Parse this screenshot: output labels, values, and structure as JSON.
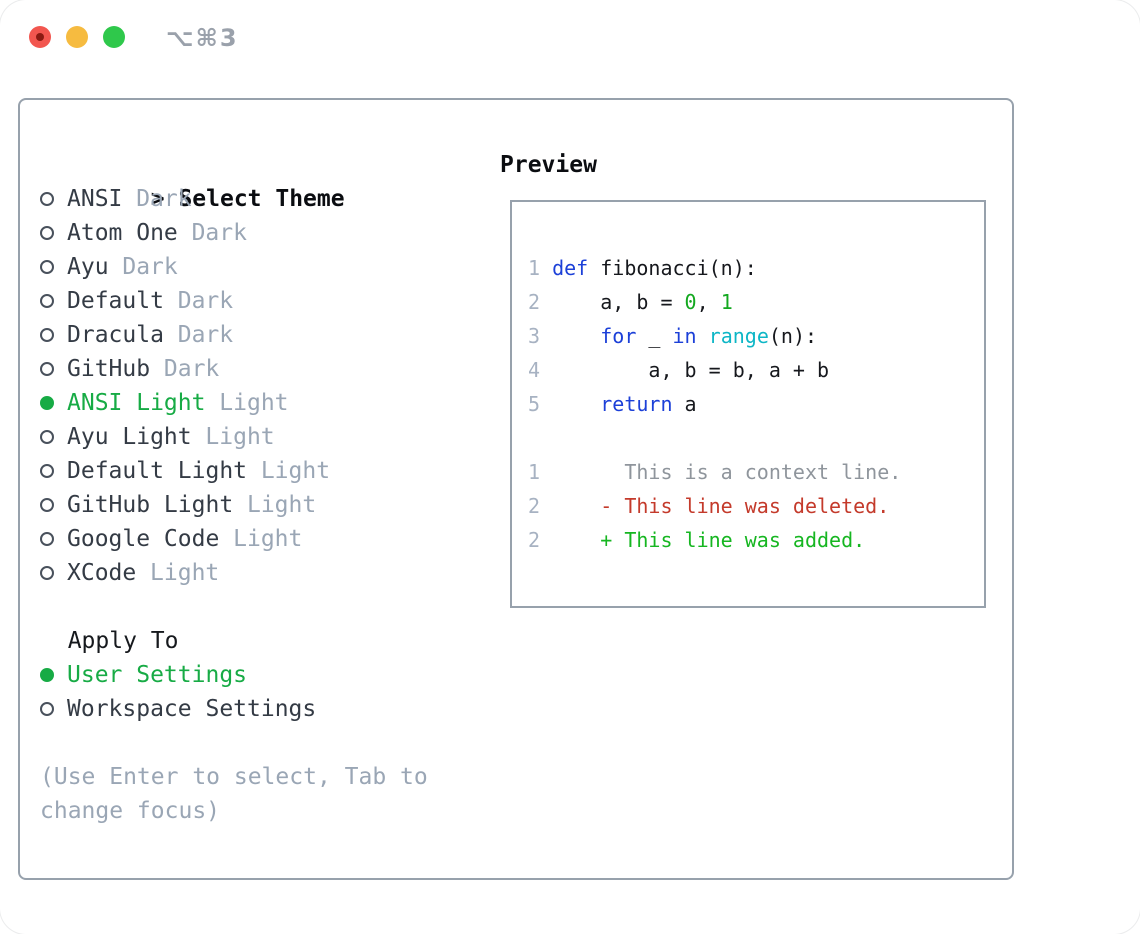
{
  "titlebar": {
    "shortcut": "⌥⌘3"
  },
  "theme_selector": {
    "prompt": ">",
    "title": "Select Theme",
    "themes": [
      {
        "name": "ANSI",
        "variant": "Dark",
        "selected": false
      },
      {
        "name": "Atom One",
        "variant": "Dark",
        "selected": false
      },
      {
        "name": "Ayu",
        "variant": "Dark",
        "selected": false
      },
      {
        "name": "Default",
        "variant": "Dark",
        "selected": false
      },
      {
        "name": "Dracula",
        "variant": "Dark",
        "selected": false
      },
      {
        "name": "GitHub",
        "variant": "Dark",
        "selected": false
      },
      {
        "name": "ANSI Light",
        "variant": "Light",
        "selected": true
      },
      {
        "name": "Ayu Light",
        "variant": "Light",
        "selected": false
      },
      {
        "name": "Default Light",
        "variant": "Light",
        "selected": false
      },
      {
        "name": "GitHub Light",
        "variant": "Light",
        "selected": false
      },
      {
        "name": "Google Code",
        "variant": "Light",
        "selected": false
      },
      {
        "name": "XCode",
        "variant": "Light",
        "selected": false
      }
    ]
  },
  "apply_to": {
    "title": "Apply To",
    "options": [
      {
        "name": "User Settings",
        "selected": true
      },
      {
        "name": "Workspace Settings",
        "selected": false
      }
    ]
  },
  "hint_lines": [
    "(Use Enter to select, Tab to",
    "change focus)"
  ],
  "preview": {
    "title": "Preview",
    "lines": [
      {
        "num": "1",
        "segs": [
          [
            "kw",
            "def"
          ],
          [
            "fg",
            " fibonacci(n):"
          ]
        ]
      },
      {
        "num": "2",
        "segs": [
          [
            "fg",
            "    a, b = "
          ],
          [
            "num",
            "0"
          ],
          [
            "fg",
            ", "
          ],
          [
            "num",
            "1"
          ]
        ]
      },
      {
        "num": "3",
        "segs": [
          [
            "fg",
            "    "
          ],
          [
            "kw",
            "for"
          ],
          [
            "fg",
            " _ "
          ],
          [
            "kw",
            "in"
          ],
          [
            "fg",
            " "
          ],
          [
            "bi",
            "range"
          ],
          [
            "fg",
            "(n):"
          ]
        ]
      },
      {
        "num": "4",
        "segs": [
          [
            "fg",
            "        a, b = b, a + b"
          ]
        ]
      },
      {
        "num": "5",
        "segs": [
          [
            "fg",
            "    "
          ],
          [
            "kw",
            "return"
          ],
          [
            "fg",
            " a"
          ]
        ]
      },
      {
        "num": "",
        "segs": []
      },
      {
        "num": "1",
        "segs": [
          [
            "ctx",
            "      This is a context line."
          ]
        ]
      },
      {
        "num": "2",
        "segs": [
          [
            "del",
            "    - This line was deleted."
          ]
        ]
      },
      {
        "num": "2",
        "segs": [
          [
            "add",
            "    + This line was added."
          ]
        ]
      }
    ]
  },
  "colors": {
    "accent_green": "#17ab45",
    "keyword_blue": "#1c40d8",
    "builtin_cyan": "#0db6c6",
    "number_green": "#13a81f",
    "deleted_red": "#c43a2b",
    "added_green": "#16b621",
    "muted_gray": "#9aa6b5",
    "context_gray": "#8f959c",
    "border_gray": "#97a1ac",
    "traffic_red": "#f2564f",
    "traffic_yellow": "#f6bb40",
    "traffic_green": "#2fc84b"
  }
}
